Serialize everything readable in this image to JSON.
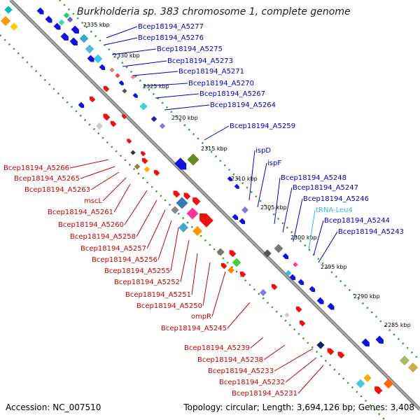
{
  "title": "Burkholderia sp. 383 chromosome 1, complete genome",
  "footer": {
    "accession": "Accession: NC_007510",
    "topology": "Topology: circular; Length: 3,694,126 bp; Genes: 3,408"
  },
  "ticks": [
    "2335 kbp",
    "2330 kbp",
    "2325 kbp",
    "2320 kbp",
    "2315 kbp",
    "2310 kbp",
    "2305 kbp",
    "2300 kbp",
    "2295 kbp",
    "2290 kbp",
    "2285 kbp"
  ],
  "labels_forward": [
    "Bcep18194_A5277",
    "Bcep18194_A5276",
    "Bcep18194_A5275",
    "Bcep18194_A5273",
    "Bcep18194_A5271",
    "Bcep18194_A5270",
    "Bcep18194_A5267",
    "Bcep18194_A5264",
    "Bcep18194_A5259",
    "ispD",
    "ispF",
    "Bcep18194_A5248",
    "Bcep18194_A5247",
    "Bcep18194_A5246",
    "Bcep18194_A5244",
    "Bcep18194_A5243"
  ],
  "labels_trna": [
    "tRNA-Leu4"
  ],
  "labels_reverse": [
    "Bcep18194_A5266",
    "Bcep18194_A5265",
    "Bcep18194_A5263",
    "mscL",
    "Bcep18194_A5261",
    "Bcep18194_A5260",
    "Bcep18194_A5258",
    "Bcep18194_A5257",
    "Bcep18194_A5256",
    "Bcep18194_A5255",
    "Bcep18194_A5252",
    "Bcep18194_A5251",
    "Bcep18194_A5250",
    "ompR",
    "Bcep18194_A5245",
    "Bcep18194_A5239",
    "Bcep18194_A5238",
    "Bcep18194_A5233",
    "Bcep18194_A5232",
    "Bcep18194_A5231"
  ],
  "colors": {
    "forward_label": "#0000cc",
    "reverse_label": "#cc0000",
    "trna_label": "#33bbee",
    "backbone": "#888888",
    "dots": "#229922"
  }
}
